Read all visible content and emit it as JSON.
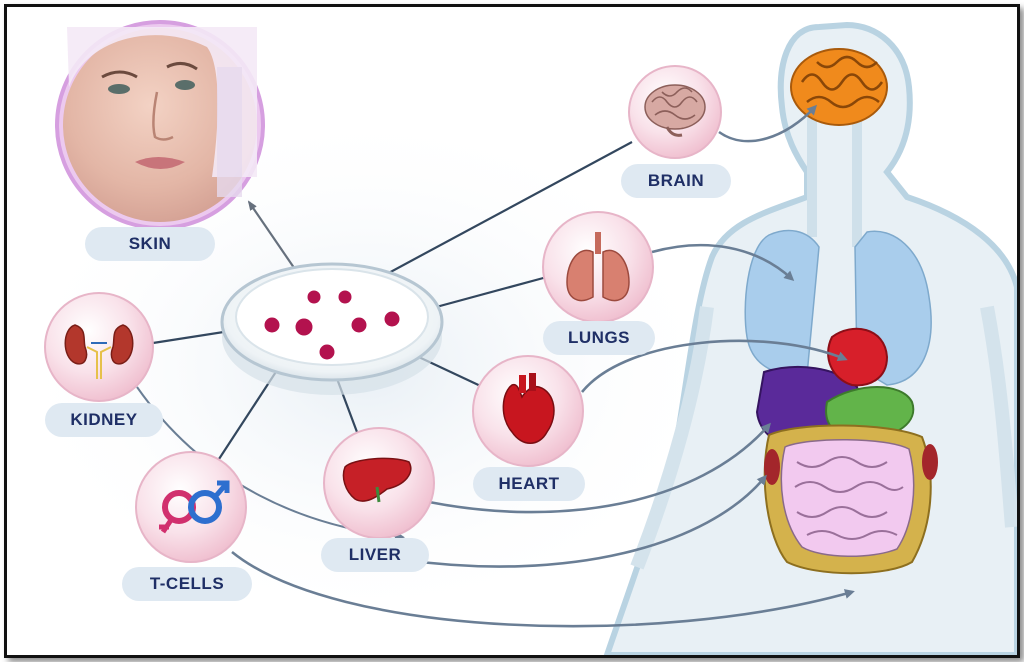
{
  "labels": {
    "skin": "SKIN",
    "brain": "BRAIN",
    "lungs": "LUNGS",
    "kidney": "KIDNEY",
    "heart": "HEART",
    "liver": "LIVER",
    "tcells": "T-CELLS"
  },
  "colors": {
    "label_text": "#1f2f66",
    "node_fill": "#f7d8e3",
    "node_border": "#e7b5c8",
    "line": "#33475e",
    "arrow": "#6a7e95",
    "body_outline": "#b9d3e2",
    "lung": "#a9cdec",
    "brain": "#f08a1c",
    "heart": "#d71f2a",
    "liver_organ": "#5a2a9a",
    "stomach": "#62b44a",
    "intestine": "#f2c9ef",
    "dish_cell": "#b3124e"
  },
  "icons": [
    "face-photo",
    "brain-icon",
    "lungs-icon",
    "kidney-icon",
    "heart-icon",
    "liver-icon",
    "gender-symbols-icon",
    "petri-dish",
    "human-body"
  ]
}
